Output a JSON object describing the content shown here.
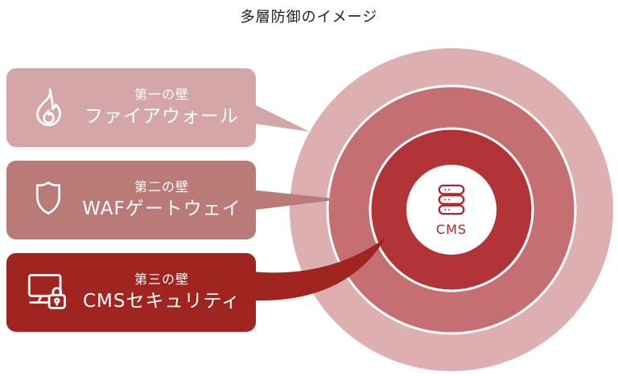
{
  "title": "多層防御のイメージ",
  "colors": {
    "title_text": "#1d1d1d",
    "label_text": "#ffffff",
    "wall1": "#d5a6a7",
    "wall1_ring": "#ddafb1",
    "wall2": "#b97a78",
    "wall2_ring": "#c56f73",
    "wall3": "#a02521",
    "wall3_ring": "#b23438",
    "separator": "#ffffff",
    "center_bg": "#ffffff",
    "center_accent": "#b0262b"
  },
  "walls": [
    {
      "id": "firewall",
      "step_label": "第一の壁",
      "name": "ファイアウォール",
      "icon": "flame-icon"
    },
    {
      "id": "waf-gateway",
      "step_label": "第二の壁",
      "name": "WAFゲートウェイ",
      "icon": "shield-icon"
    },
    {
      "id": "cms-security",
      "step_label": "第三の壁",
      "name": "CMSセキュリティ",
      "icon": "monitor-lock-icon"
    }
  ],
  "center": {
    "label": "CMS",
    "icon": "server-icon"
  }
}
